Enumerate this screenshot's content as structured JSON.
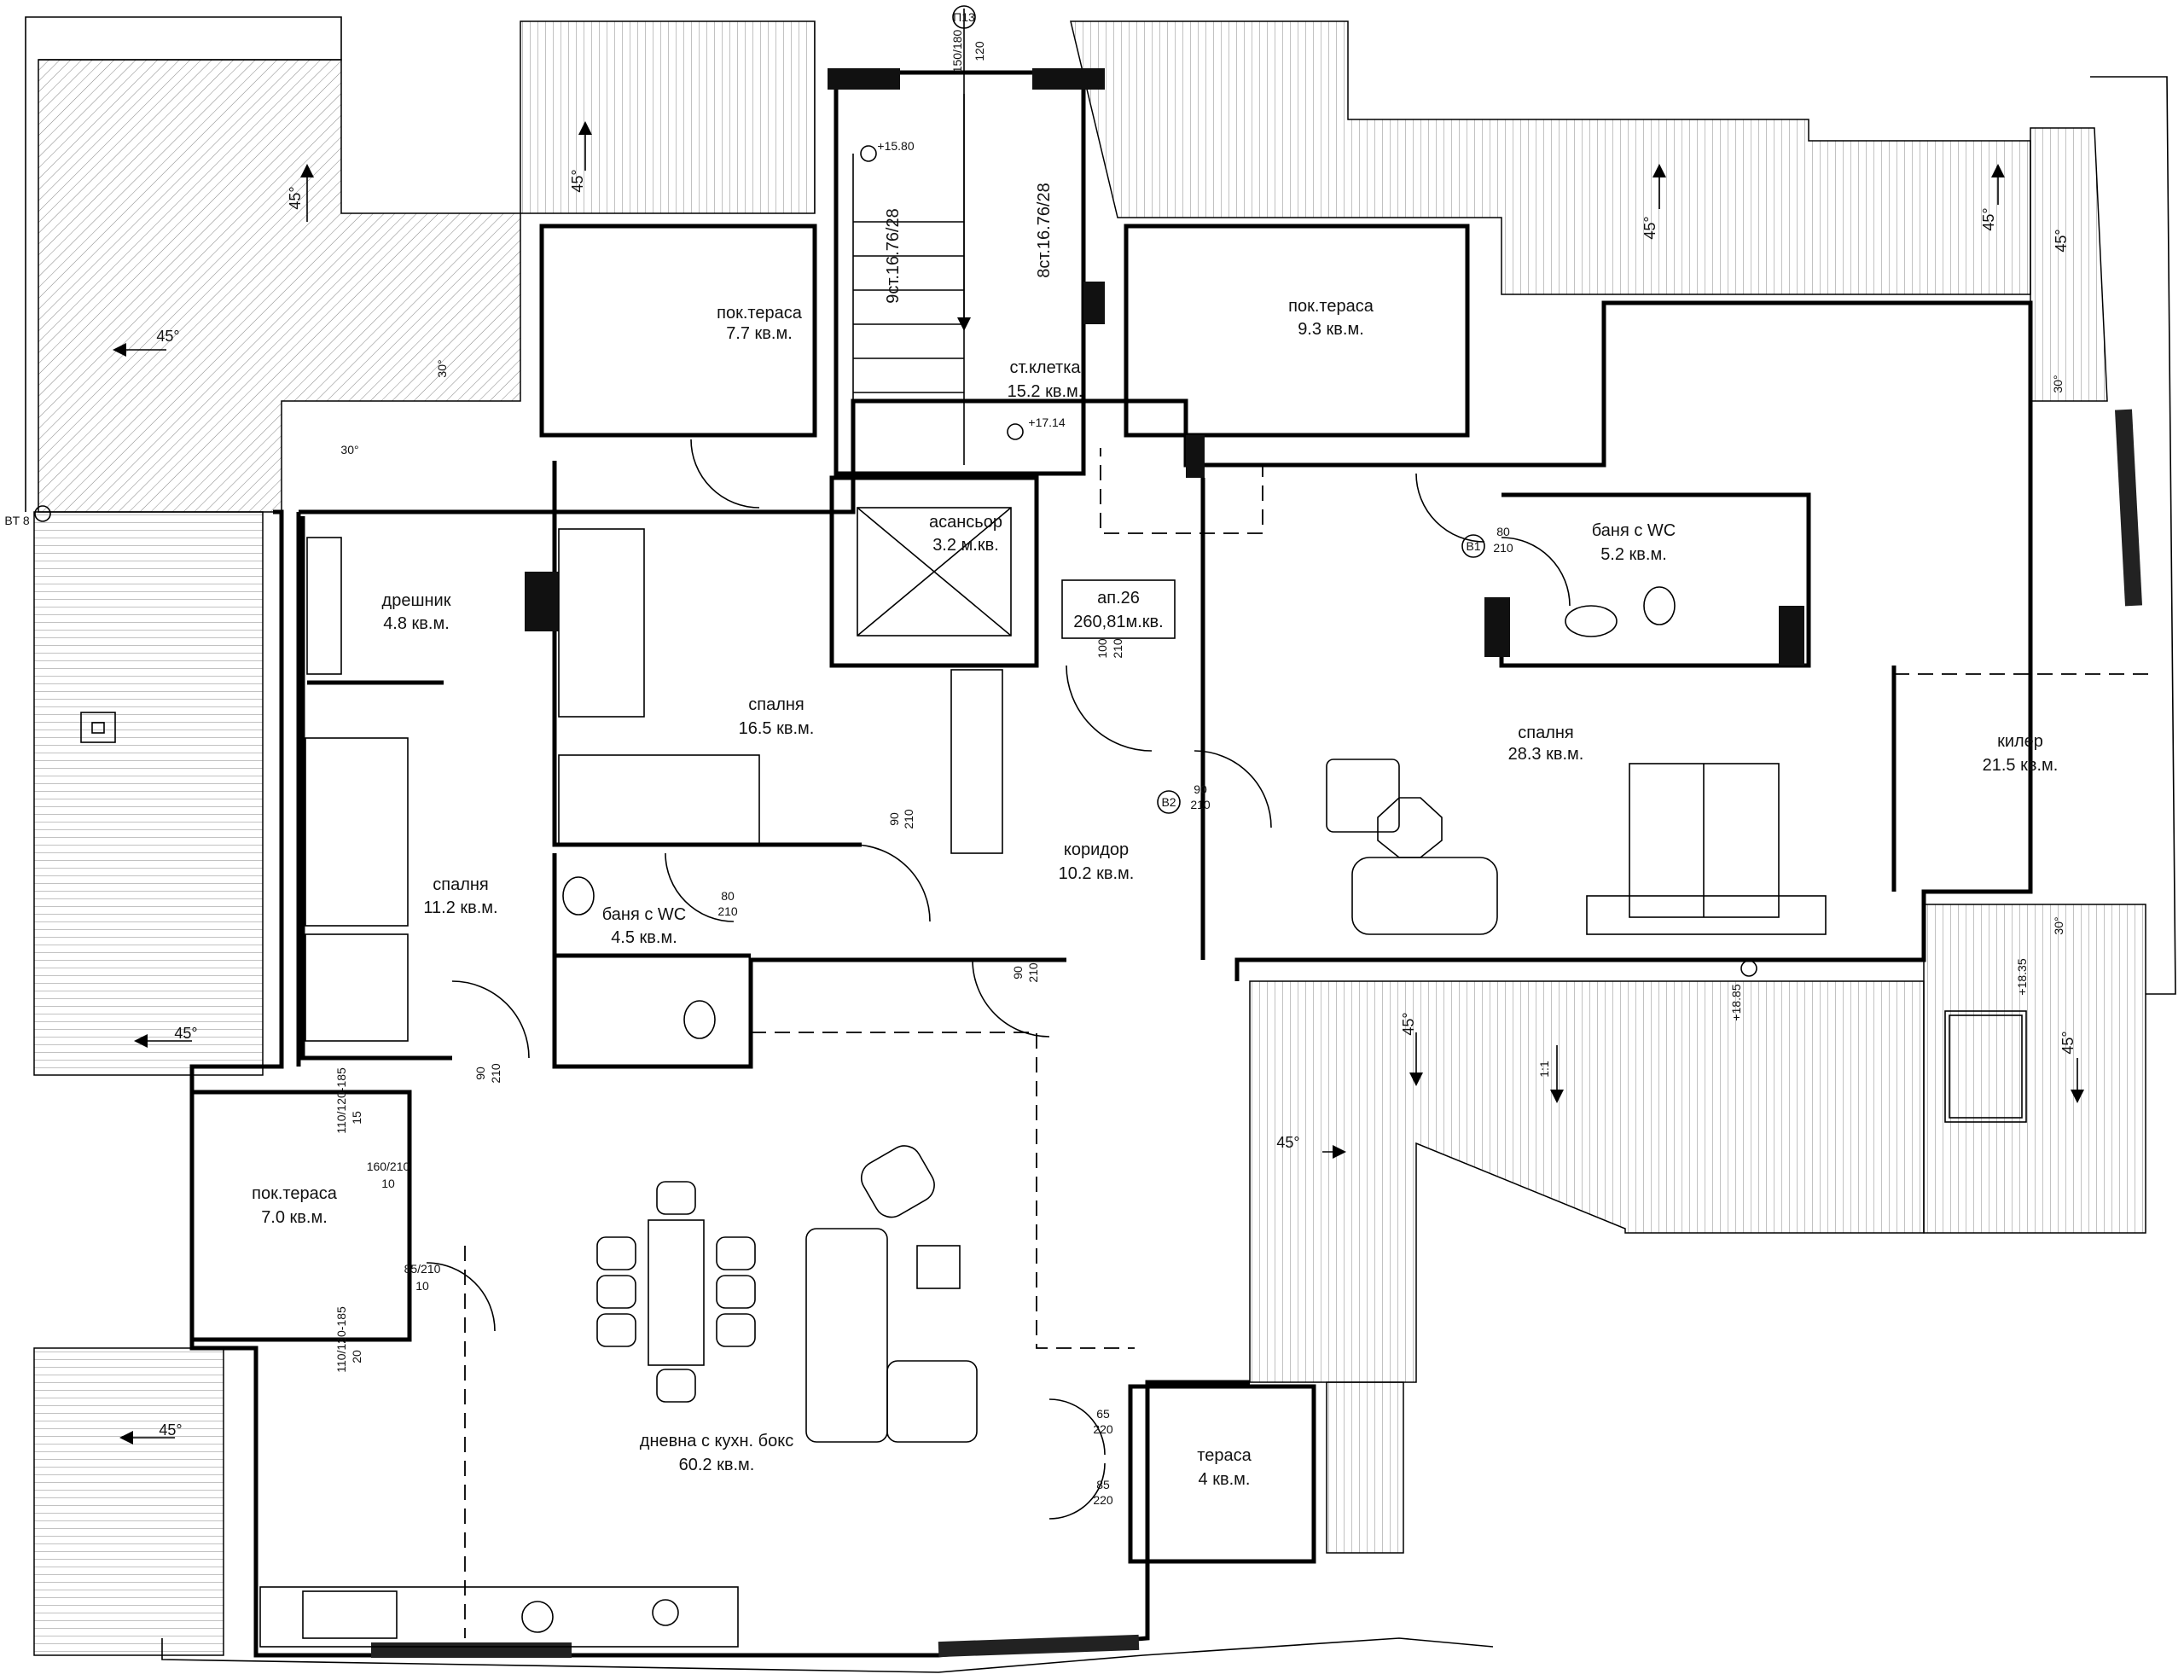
{
  "rooms": [
    {
      "id": "pok-terasa-1",
      "name": "пок.тераса",
      "area": "7.7 кв.м."
    },
    {
      "id": "stairwell",
      "name": "ст.клетка",
      "area": "15.2 кв.м."
    },
    {
      "id": "pok-terasa-2",
      "name": "пок.тераса",
      "area": "9.3 кв.м."
    },
    {
      "id": "elevator",
      "name": "асансьор",
      "area": "3.2 м.кв."
    },
    {
      "id": "wardrobe",
      "name": "дрешник",
      "area": "4.8 кв.м."
    },
    {
      "id": "bedroom-16",
      "name": "спалня",
      "area": "16.5 кв.м."
    },
    {
      "id": "bath-5",
      "name": "баня с WC",
      "area": "5.2 кв.м."
    },
    {
      "id": "bedroom-28",
      "name": "спалня",
      "area": "28.3 кв.м."
    },
    {
      "id": "storage",
      "name": "килер",
      "area": "21.5 кв.м."
    },
    {
      "id": "bedroom-11",
      "name": "спалня",
      "area": "11.2 кв.м."
    },
    {
      "id": "bath-4",
      "name": "баня с WC",
      "area": "4.5 кв.м."
    },
    {
      "id": "corridor",
      "name": "коридор",
      "area": "10.2 кв.м."
    },
    {
      "id": "pok-terasa-3",
      "name": "пок.тераса",
      "area": "7.0 кв.м."
    },
    {
      "id": "living",
      "name": "дневна с кухн. бокс",
      "area": "60.2 кв.м."
    },
    {
      "id": "terrace",
      "name": "тераса",
      "area": "4 кв.м."
    }
  ],
  "apartment": {
    "label": "ап.26",
    "area": "260,81м.кв."
  },
  "stairs": {
    "up": "9ст.16.76/28",
    "down": "8ст.16.76/28"
  },
  "levels": {
    "top": "+15.80",
    "stair": "+17.14",
    "right": "+18.85",
    "far_right": "+18.35"
  },
  "markers": {
    "grid_axis": "BT 8",
    "section": "П13",
    "door_b1": "B1",
    "door_b2": "B2"
  },
  "slopes": {
    "deg45": "45°",
    "deg30": "30°",
    "ratio": "1:1"
  },
  "door_dims": {
    "d90_210": [
      "90",
      "210"
    ],
    "d80_210": [
      "80",
      "210"
    ],
    "d100_210": [
      "100",
      "210"
    ],
    "d85_210": [
      "85/210",
      "10"
    ],
    "d160_210": [
      "160/210",
      "10"
    ],
    "d65_220": [
      "65",
      "220"
    ],
    "d85_220": [
      "85",
      "220"
    ],
    "w110_120_185": [
      "110/120-185",
      "15"
    ],
    "w110_120_185b": [
      "110/120-185",
      "20"
    ],
    "top_dim": [
      "150/180",
      "120"
    ]
  }
}
